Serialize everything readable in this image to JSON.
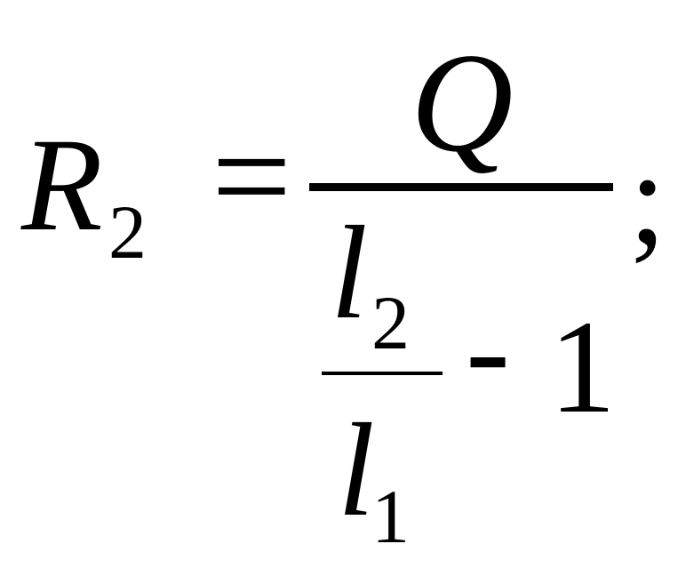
{
  "formula": {
    "lhs": {
      "variable": "R",
      "subscript": "2"
    },
    "equals": "=",
    "fraction": {
      "numerator": "Q",
      "denominator": {
        "inner_fraction": {
          "numerator": {
            "variable": "l",
            "subscript": "2"
          },
          "denominator": {
            "variable": "l",
            "subscript": "1"
          }
        },
        "operator": "-",
        "constant": "1"
      }
    },
    "terminator": ";"
  }
}
